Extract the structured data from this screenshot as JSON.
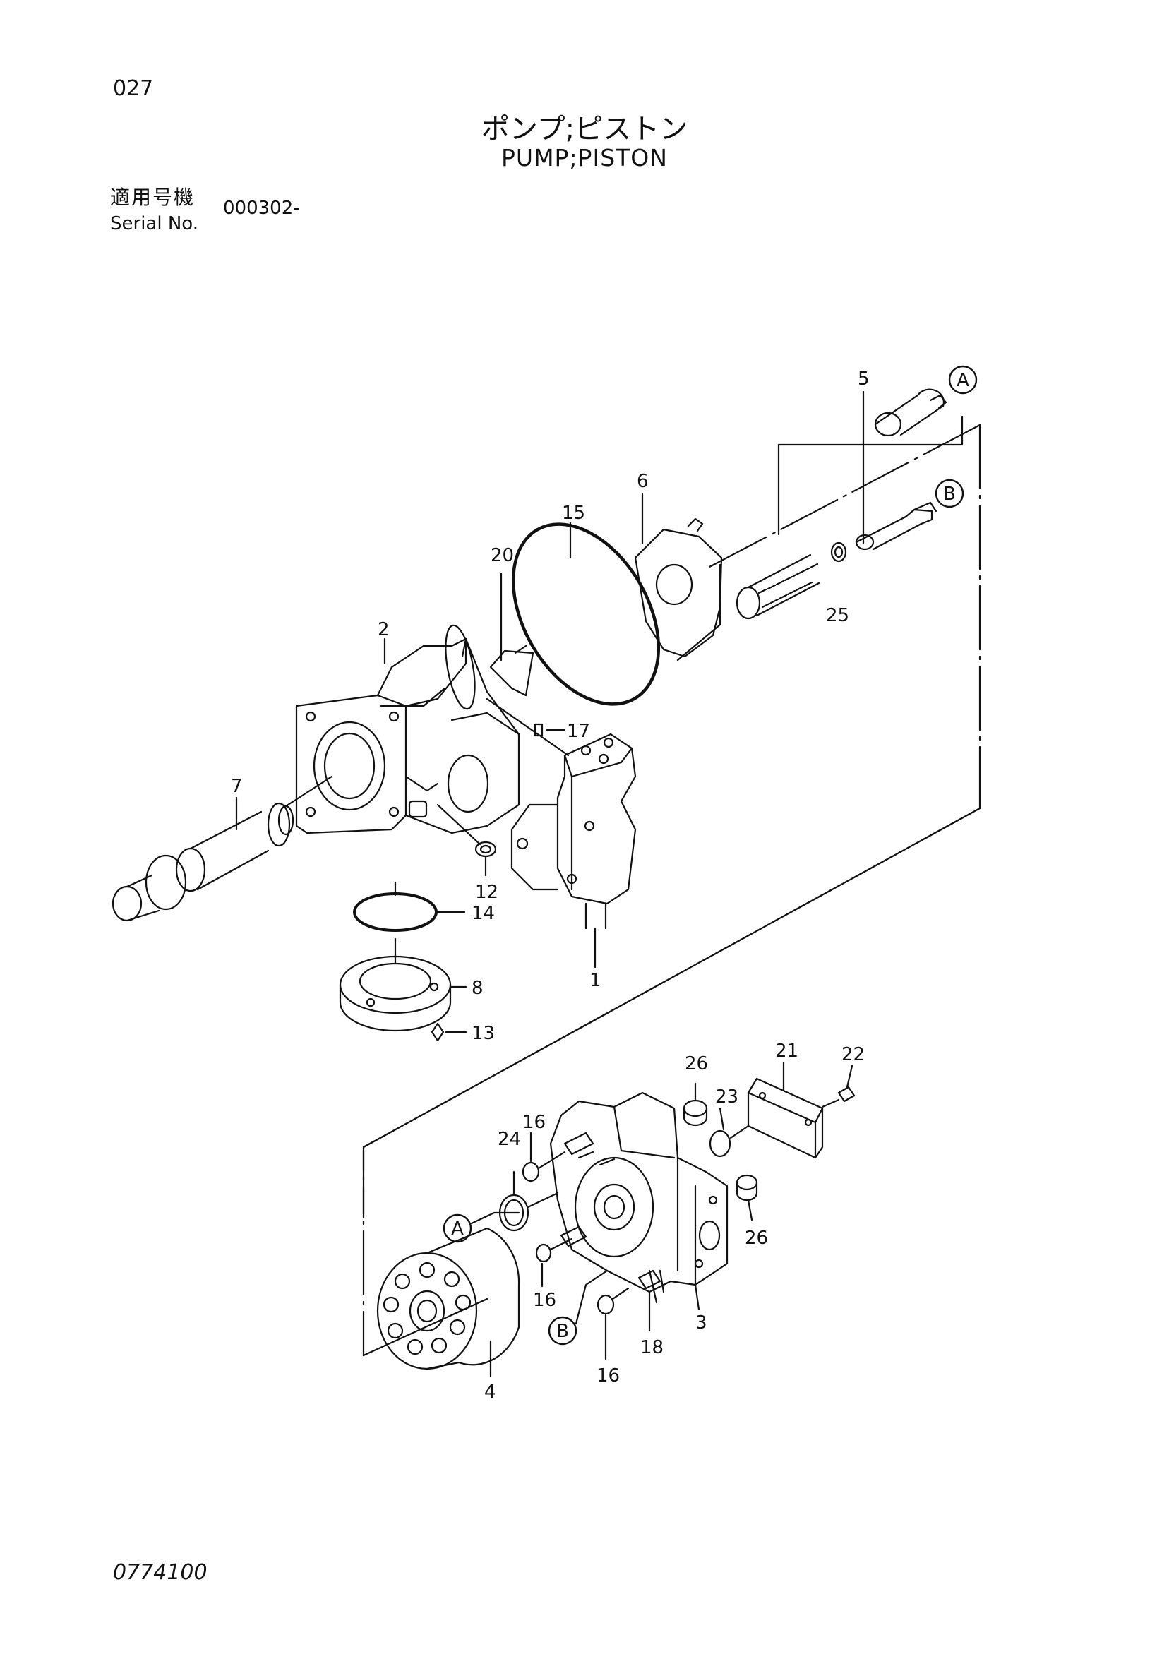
{
  "header": {
    "page_number": "027",
    "title_jp": "ポンプ;ピストン",
    "title_en": "PUMP;PISTON",
    "serial_label_jp": "適用号機",
    "serial_label_en": "Serial No.",
    "serial_value": "000302-"
  },
  "footer": {
    "drawing_number": "0774100"
  },
  "callouts": {
    "c1": "1",
    "c2": "2",
    "c3": "3",
    "c4": "4",
    "c5": "5",
    "c6": "6",
    "c7": "7",
    "c8": "8",
    "c12": "12",
    "c13": "13",
    "c14": "14",
    "c15": "15",
    "c16a": "16",
    "c16b": "16",
    "c16c": "16",
    "c17": "17",
    "c18": "18",
    "c20": "20",
    "c21": "21",
    "c22": "22",
    "c23": "23",
    "c24": "24",
    "c25": "25",
    "c26a": "26",
    "c26b": "26"
  },
  "refs": {
    "a_top": "A",
    "b_top": "B",
    "a_bottom": "A",
    "b_bottom": "B"
  }
}
